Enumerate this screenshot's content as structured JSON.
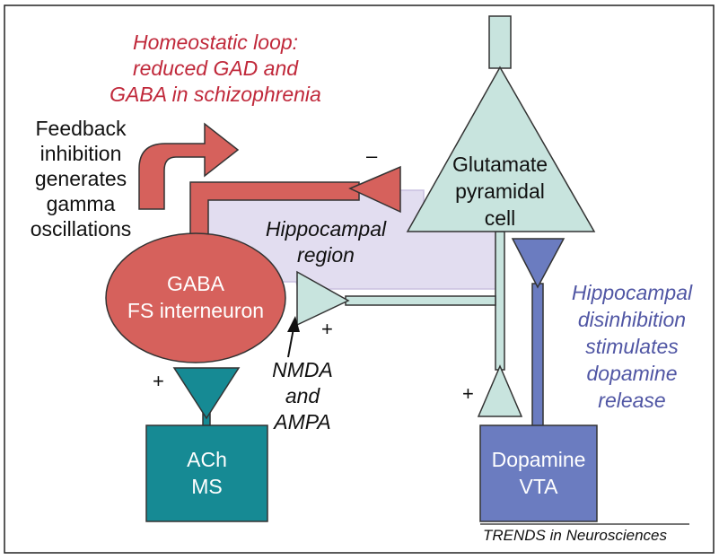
{
  "homeostatic_loop": [
    "Homeostatic loop:",
    "reduced GAD and",
    "GABA in schizophrenia"
  ],
  "feedback_note": [
    "Feedback",
    "inhibition",
    "generates",
    "gamma",
    "oscillations"
  ],
  "hippocampal_region": [
    "Hippocampal",
    "region"
  ],
  "pyramidal_cell": [
    "Glutamate",
    "pyramidal",
    "cell"
  ],
  "interneuron": [
    "GABA",
    "FS interneuron"
  ],
  "receptors": [
    "NMDA",
    "and",
    "AMPA"
  ],
  "disinhibition_note": [
    "Hippocampal",
    "disinhibition",
    "stimulates",
    "dopamine",
    "release"
  ],
  "ach_box": [
    "ACh",
    "MS"
  ],
  "dopamine_box": [
    "Dopamine",
    "VTA"
  ],
  "signs": {
    "minus": "–",
    "plus_ach": "+",
    "plus_receptor": "+",
    "plus_pyramidal": "+"
  },
  "credit": "TRENDS in Neurosciences",
  "colors": {
    "red_fill": "#d6615c",
    "red_text": "#c0283a",
    "teal_light": "#c8e4de",
    "teal_dark": "#168a94",
    "blue_fill": "#6b7cc0",
    "blue_text": "#5056a4",
    "lavender": "#e2ddf0"
  }
}
